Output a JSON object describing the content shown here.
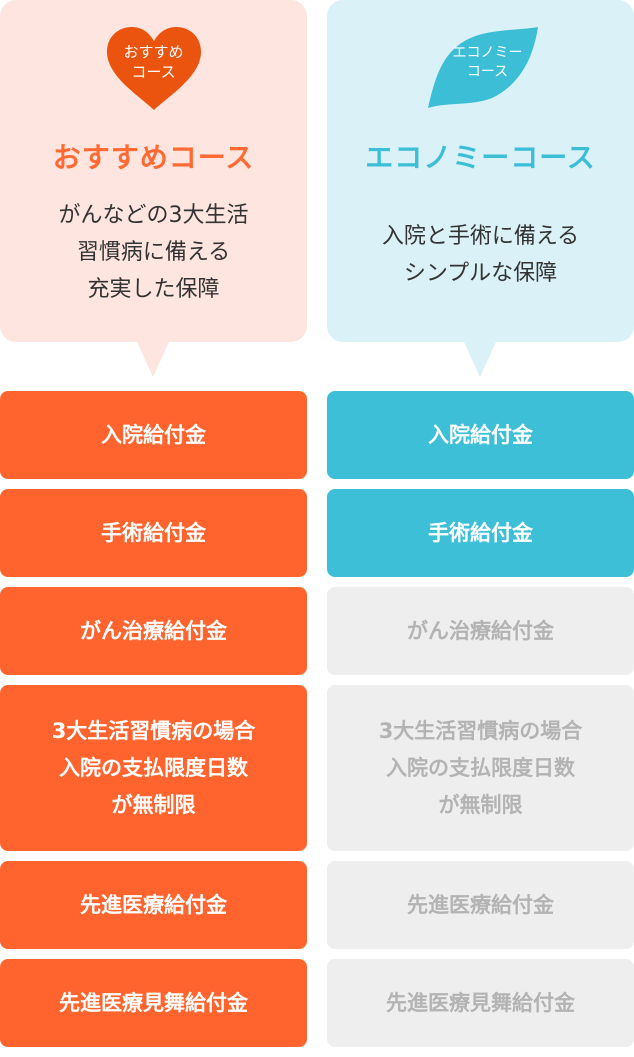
{
  "courses": [
    {
      "key": "recommended",
      "badge": "おすすめ\nコース",
      "badge_shape": "heart",
      "title": "おすすめコース",
      "description": "がんなどの3大生活\n習慣病に備える\n充実した保障",
      "accent": "#ff642e",
      "bubble_bg": "#fee5df",
      "benefits": [
        {
          "label": "入院給付金",
          "included": true
        },
        {
          "label": "手術給付金",
          "included": true
        },
        {
          "label": "がん治療給付金",
          "included": true
        },
        {
          "label": "3大生活習慣病の場合\n入院の支払限度日数\nが無制限",
          "included": true
        },
        {
          "label": "先進医療給付金",
          "included": true
        },
        {
          "label": "先進医療見舞給付金",
          "included": true
        }
      ]
    },
    {
      "key": "economy",
      "badge": "エコノミー\nコース",
      "badge_shape": "leaf",
      "title": "エコノミーコース",
      "description": "入院と手術に備える\nシンプルな保障",
      "accent": "#3dbfd7",
      "bubble_bg": "#daf1f8",
      "benefits": [
        {
          "label": "入院給付金",
          "included": true
        },
        {
          "label": "手術給付金",
          "included": true
        },
        {
          "label": "がん治療給付金",
          "included": false
        },
        {
          "label": "3大生活習慣病の場合\n入院の支払限度日数\nが無制限",
          "included": false
        },
        {
          "label": "先進医療給付金",
          "included": false
        },
        {
          "label": "先進医療見舞給付金",
          "included": false
        }
      ]
    }
  ]
}
